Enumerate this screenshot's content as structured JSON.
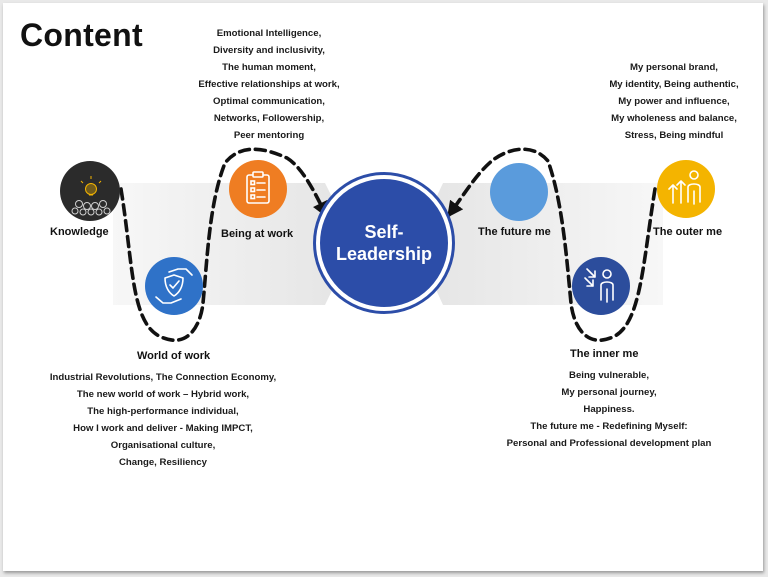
{
  "title": "Content",
  "center": {
    "line1": "Self-",
    "line2": "Leadership"
  },
  "nodes": {
    "knowledge": {
      "label": "Knowledge",
      "color": "#2b2b2b"
    },
    "world_of_work": {
      "label": "World of work",
      "color": "#2f72c8"
    },
    "being_at_work": {
      "label": "Being at work",
      "color": "#ef7d22"
    },
    "future_me": {
      "label": "The future me",
      "color": "#5a9bdc"
    },
    "inner_me": {
      "label": "The inner me",
      "color": "#2c4d9c"
    },
    "outer_me": {
      "label": "The outer me",
      "color": "#f4b400"
    }
  },
  "being_at_work_items": [
    "Emotional Intelligence,",
    "Diversity and inclusivity,",
    "The human moment,",
    "Effective relationships at work,",
    "Optimal communication,",
    "Networks, Followership,",
    "Peer mentoring"
  ],
  "world_of_work_items": [
    "Industrial Revolutions, The Connection Economy,",
    "The new world of work – Hybrid work,",
    "The high-performance individual,",
    "How I work and deliver - Making IMPCT,",
    "Organisational culture,",
    "Change, Resiliency"
  ],
  "outer_me_items": [
    "My personal brand,",
    "My identity, Being authentic,",
    "My power and influence,",
    "My wholeness and balance,",
    "Stress, Being mindful"
  ],
  "inner_me_items": [
    "Being vulnerable,",
    "My personal journey,",
    "Happiness.",
    "The future me - Redefining Myself:",
    "Personal and Professional development plan"
  ],
  "icons": {
    "knowledge": "lightbulb-group-icon",
    "world_of_work": "hand-shield-icon",
    "being_at_work": "clipboard-checklist-icon",
    "inner_me": "person-arrows-in-icon",
    "outer_me": "person-arrows-up-icon"
  }
}
